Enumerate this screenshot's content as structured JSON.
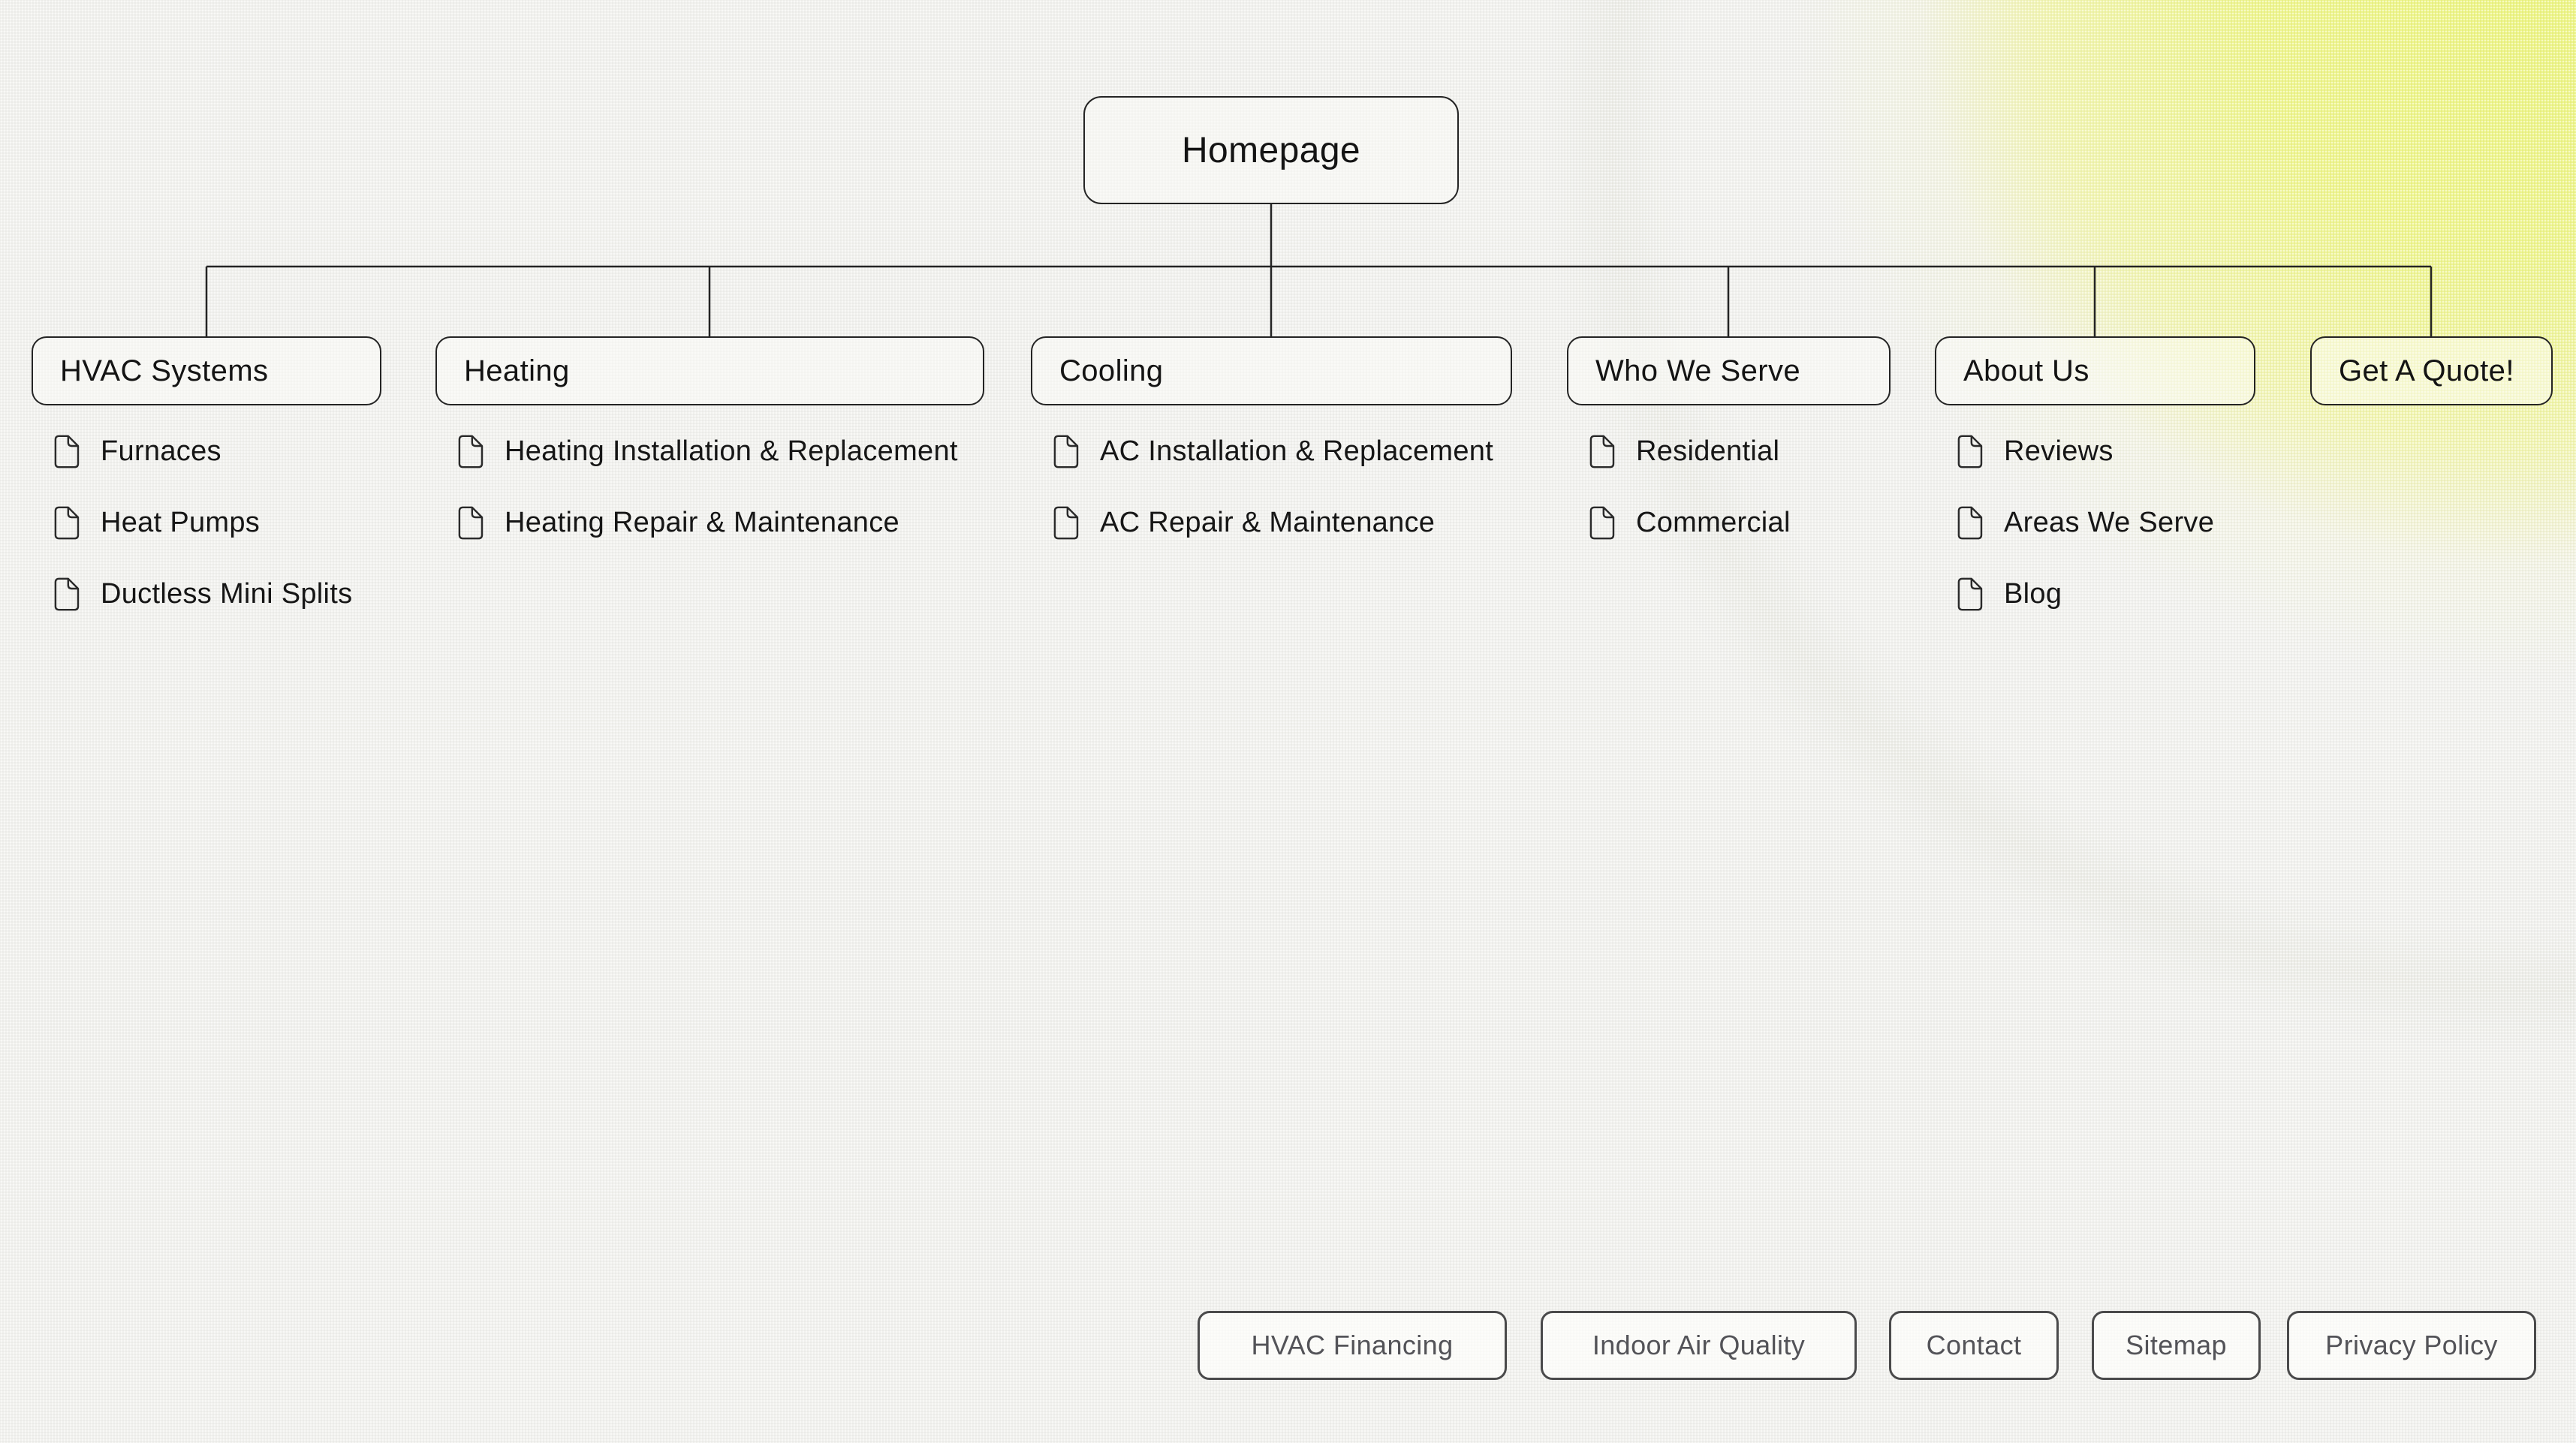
{
  "tree": {
    "root": {
      "label": "Homepage"
    },
    "columns": [
      {
        "label": "HVAC Systems",
        "children": [
          "Furnaces",
          "Heat Pumps",
          "Ductless Mini Splits"
        ]
      },
      {
        "label": "Heating",
        "children": [
          "Heating Installation & Replacement",
          "Heating Repair & Maintenance"
        ]
      },
      {
        "label": "Cooling",
        "children": [
          "AC Installation & Replacement",
          "AC Repair & Maintenance"
        ]
      },
      {
        "label": "Who We Serve",
        "children": [
          "Residential",
          "Commercial"
        ]
      },
      {
        "label": "About Us",
        "children": [
          "Reviews",
          "Areas We Serve",
          "Blog"
        ]
      },
      {
        "label": "Get A Quote!",
        "children": []
      }
    ]
  },
  "footer_buttons": [
    "HVAC Financing",
    "Indoor Air Quality",
    "Contact",
    "Sitemap",
    "Privacy Policy"
  ],
  "icons": {
    "page_icon": "document-icon"
  },
  "colors": {
    "background": "#f1f1ee",
    "corner_glow": "#ecf47c",
    "connector_line": "#242424",
    "node_text": "#141414",
    "footer_border": "#4a4a4b",
    "footer_text": "#535358"
  }
}
